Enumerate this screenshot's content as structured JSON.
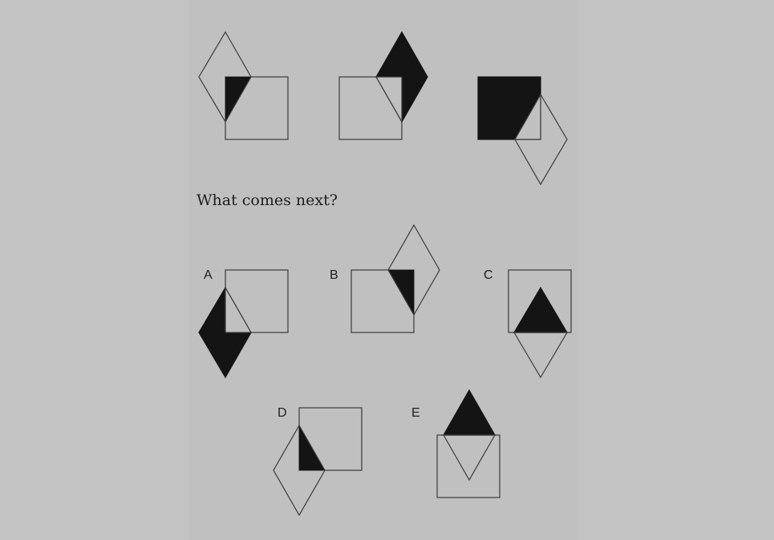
{
  "question": "What comes next?",
  "options": {
    "a": "A",
    "b": "B",
    "c": "C",
    "d": "D",
    "e": "E"
  },
  "colors": {
    "background": "#c3c3c3",
    "stroke": "#3a3a3a",
    "fill": "#141414"
  }
}
